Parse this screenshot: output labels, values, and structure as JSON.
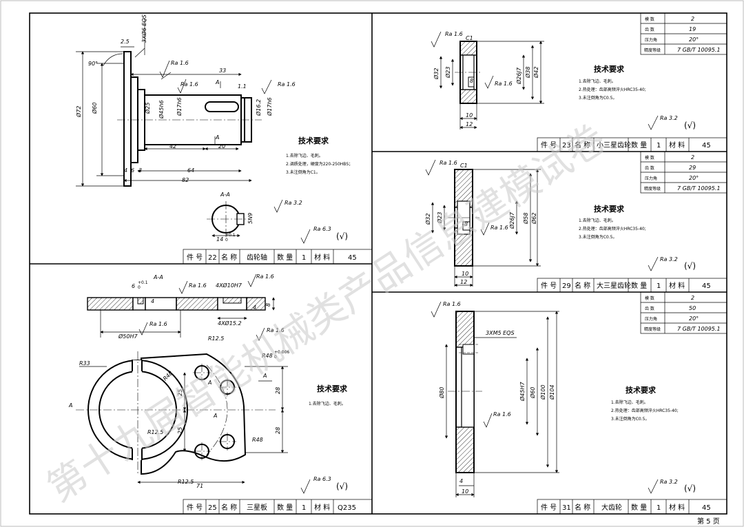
{
  "watermark": "第十九届智能机械类产品信息建模试卷",
  "page_number": "第 5 页",
  "common": {
    "part_no_label": "件 号",
    "name_label": "名 称",
    "qty_label": "数 量",
    "material_label": "材 料",
    "tech_title": "技术要求",
    "row_module": "模 数",
    "row_teeth": "齿 数",
    "row_pressure": "压力角",
    "row_grade": "精度等级"
  },
  "p22": {
    "part_no": "22",
    "name": "齿轮轴",
    "qty": "1",
    "material": "45",
    "req1": "1.去除飞边、毛刺。",
    "req2": "2.调质处理，硬度为220-250HBS；",
    "req3": "3.未注倒角为C1。",
    "ra_general": "Ra 6.3",
    "dims": {
      "d72": "Ø72",
      "d60": "Ø60",
      "d25": "Ø25",
      "d45": "Ø45h6",
      "d17a": "Ø17h6",
      "d162": "Ø16.2",
      "d17b": "Ø17h6",
      "l33": "33",
      "l11": "1.1",
      "l42": "42",
      "l20": "20",
      "l64": "64",
      "l82": "82",
      "l4": "4",
      "l6": "6",
      "l3": "3",
      "l25": "2.5",
      "a90": "90°",
      "holes": "3XØ6 EQS",
      "ra16a": "Ra 1.6",
      "ra16b": "Ra 1.6",
      "ra16c": "Ra 1.6",
      "sec": "A-A",
      "a1": "A",
      "a2": "A",
      "n9": "5N9",
      "w14": "14",
      "w14tol": "+0.1",
      "w14tol0": "0",
      "ra32": "Ra 3.2"
    }
  },
  "p23": {
    "part_no": "23",
    "name": "小三星齿轮",
    "qty": "1",
    "material": "45",
    "module": "2",
    "teeth": "19",
    "pressure": "20°",
    "grade": "7 GB/T 10095.1",
    "req1": "1.去除飞边、毛刺。",
    "req2": "2.热处理：齿部高频淬火HRC35-40;",
    "req3": "3.未注倒角为C0.5。",
    "ra_general": "Ra 3.2",
    "dims": {
      "ra16a": "Ra 1.6",
      "ra16b": "Ra 1.6",
      "c1": "C1",
      "d32": "Ø32",
      "d23": "Ø23",
      "w8": "8",
      "d26": "Ø26J7",
      "d38": "Ø38",
      "d42": "Ø42",
      "l10": "10",
      "l12": "12"
    }
  },
  "p29": {
    "part_no": "29",
    "name": "大三星齿轮",
    "qty": "1",
    "material": "45",
    "module": "2",
    "teeth": "29",
    "pressure": "20°",
    "grade": "7 GB/T 10095.1",
    "req1": "1.去除飞边、毛刺。",
    "req2": "2.热处理：齿部高频淬火HRC35-40;",
    "req3": "3.未注倒角为C0.5。",
    "ra_general": "Ra 3.2",
    "dims": {
      "ra16a": "Ra 1.6",
      "ra16b": "Ra 1.6",
      "c1": "C1",
      "d32": "Ø32",
      "d23": "Ø23",
      "w8": "8",
      "d26": "Ø26J7",
      "d58": "Ø58",
      "d62": "Ø62",
      "l10": "10",
      "l12": "12"
    }
  },
  "p25": {
    "part_no": "25",
    "name": "三星板",
    "qty": "1",
    "material": "Q235",
    "req1": "1.去除飞边、毛刺。",
    "ra_general": "Ra 6.3",
    "dims": {
      "sec": "A-A",
      "w6": "6",
      "w6tol": "+0.1",
      "w6tol0": "0",
      "ra16a": "Ra 1.6",
      "holes10": "4XØ10H7",
      "ra16b": "Ra 1.6",
      "ra16c": "Ra 1.6",
      "ra16d": "Ra 1.6",
      "h4a": "4",
      "h4b": "4",
      "h8": "8",
      "holes15": "4XØ15.2",
      "d50": "Ø50H7",
      "r125a": "R12.5",
      "r125b": "R12.5",
      "r125c": "R12.5",
      "r33": "R33",
      "r48a": "R48",
      "r48tol": "+0.006",
      "r48tol0": "0",
      "r48b": "R48",
      "r48c": "R48",
      "l25a": "25",
      "l25b": "25",
      "l28a": "28",
      "l28b": "28",
      "l71": "71",
      "a1": "A",
      "a2": "A",
      "a3": "A",
      "a4": "A"
    }
  },
  "p31": {
    "part_no": "31",
    "name": "大齿轮",
    "qty": "1",
    "material": "45",
    "module": "2",
    "teeth": "50",
    "pressure": "20°",
    "grade": "7 GB/T 10095.1",
    "req1": "1.去除飞边、毛刺。",
    "req2": "2.热处理：齿部高频淬火HRC35-40;",
    "req3": "3.未注倒角为C0.5。",
    "ra_general": "Ra 3.2",
    "dims": {
      "ra16a": "Ra 1.6",
      "ra16b": "Ra 1.6",
      "m5": "3XM5 EQS",
      "d80": "Ø80",
      "d45": "Ø45H7",
      "d60": "Ø60",
      "d100": "Ø100",
      "d104": "Ø104",
      "l4": "4",
      "l10": "10"
    }
  }
}
